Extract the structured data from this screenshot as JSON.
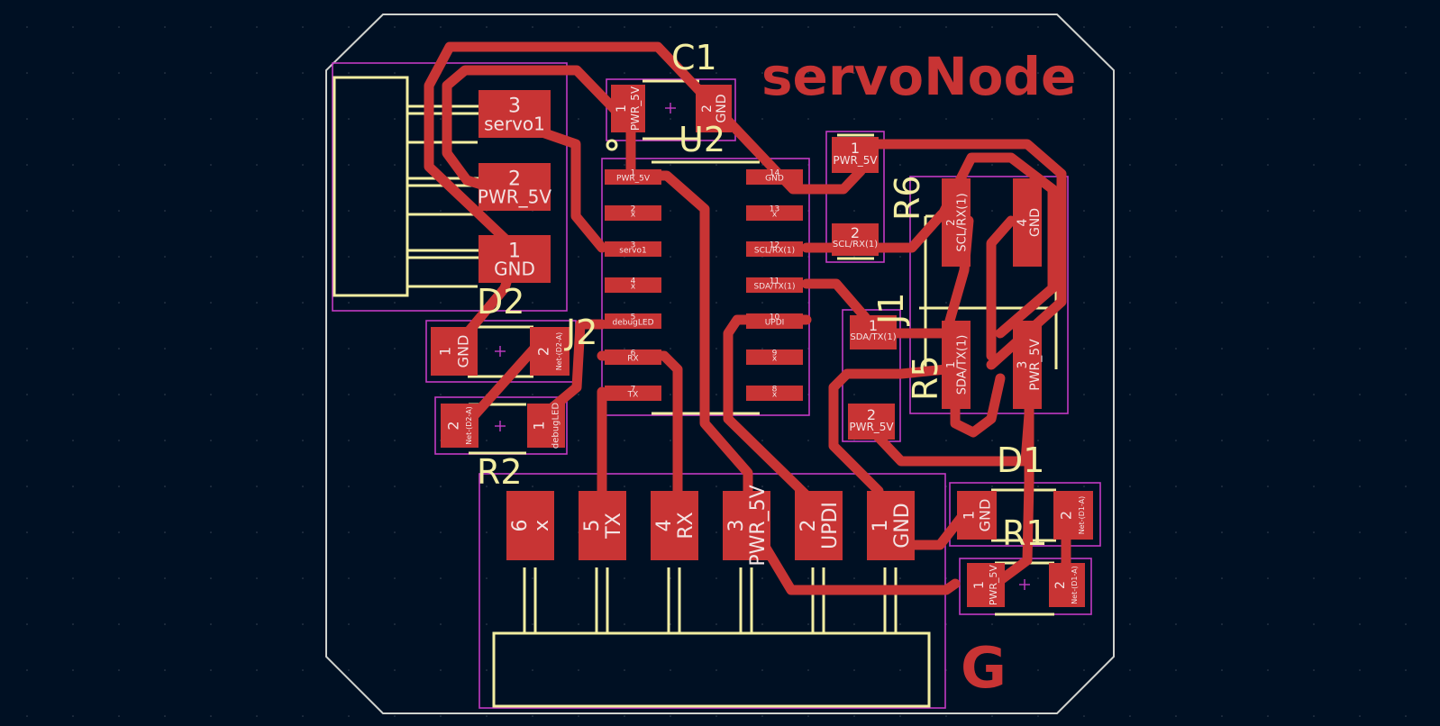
{
  "board": {
    "title": "servoNode",
    "side_mark": "G",
    "refdes": [
      "C1",
      "U2",
      "R6",
      "J1",
      "R5",
      "D2",
      "J2",
      "R2",
      "D1",
      "R1"
    ],
    "colors": {
      "background": "#001023",
      "copper": "#C83434",
      "silkscreen": "#F2EDA1",
      "courtyard": "#C33AC3",
      "edge_cuts": "#D0D2CD"
    }
  },
  "servo_header": [
    {
      "num": "3",
      "net": "servo1"
    },
    {
      "num": "2",
      "net": "PWR_5V"
    },
    {
      "num": "1",
      "net": "GND"
    }
  ],
  "c1": [
    {
      "num": "1",
      "net": "PWR_5V"
    },
    {
      "num": "2",
      "net": "GND"
    }
  ],
  "u2_left": [
    {
      "num": "1",
      "net": "PWR_5V"
    },
    {
      "num": "2",
      "net": "x"
    },
    {
      "num": "3",
      "net": "servo1"
    },
    {
      "num": "4",
      "net": "x"
    },
    {
      "num": "5",
      "net": "debugLED"
    },
    {
      "num": "6",
      "net": "RX"
    },
    {
      "num": "7",
      "net": "TX"
    }
  ],
  "u2_right": [
    {
      "num": "14",
      "net": "GND"
    },
    {
      "num": "13",
      "net": "x"
    },
    {
      "num": "12",
      "net": "SCL/RX(1)"
    },
    {
      "num": "11",
      "net": "SDA/TX(1)"
    },
    {
      "num": "10",
      "net": "UPDI"
    },
    {
      "num": "9",
      "net": "x"
    },
    {
      "num": "8",
      "net": "x"
    }
  ],
  "r6": [
    {
      "num": "1",
      "net": "PWR_5V"
    },
    {
      "num": "2",
      "net": "SCL/RX(1)"
    }
  ],
  "r5": [
    {
      "num": "1",
      "net": "SDA/TX(1)"
    },
    {
      "num": "2",
      "net": "PWR_5V"
    }
  ],
  "j1": [
    {
      "num": "2",
      "net": "SCL/RX(1)"
    },
    {
      "num": "4",
      "net": "GND"
    },
    {
      "num": "1",
      "net": "SDA/TX(1)"
    },
    {
      "num": "3",
      "net": "PWR_5V"
    }
  ],
  "d2": [
    {
      "num": "1",
      "net": "GND"
    },
    {
      "num": "2",
      "net": "Net-(D2-A)"
    }
  ],
  "r2": [
    {
      "num": "2",
      "net": "Net-(D2-A)"
    },
    {
      "num": "1",
      "net": "debugLED"
    }
  ],
  "j2": [
    {
      "num": "6",
      "net": "x"
    },
    {
      "num": "5",
      "net": "TX"
    },
    {
      "num": "4",
      "net": "RX"
    },
    {
      "num": "3",
      "net": "PWR_5V"
    },
    {
      "num": "2",
      "net": "UPDI"
    },
    {
      "num": "1",
      "net": "GND"
    }
  ],
  "d1": [
    {
      "num": "1",
      "net": "GND"
    },
    {
      "num": "2",
      "net": "Net-(D1-A)"
    }
  ],
  "r1": [
    {
      "num": "1",
      "net": "PWR_5V"
    },
    {
      "num": "2",
      "net": "Net-(D1-A)"
    }
  ]
}
